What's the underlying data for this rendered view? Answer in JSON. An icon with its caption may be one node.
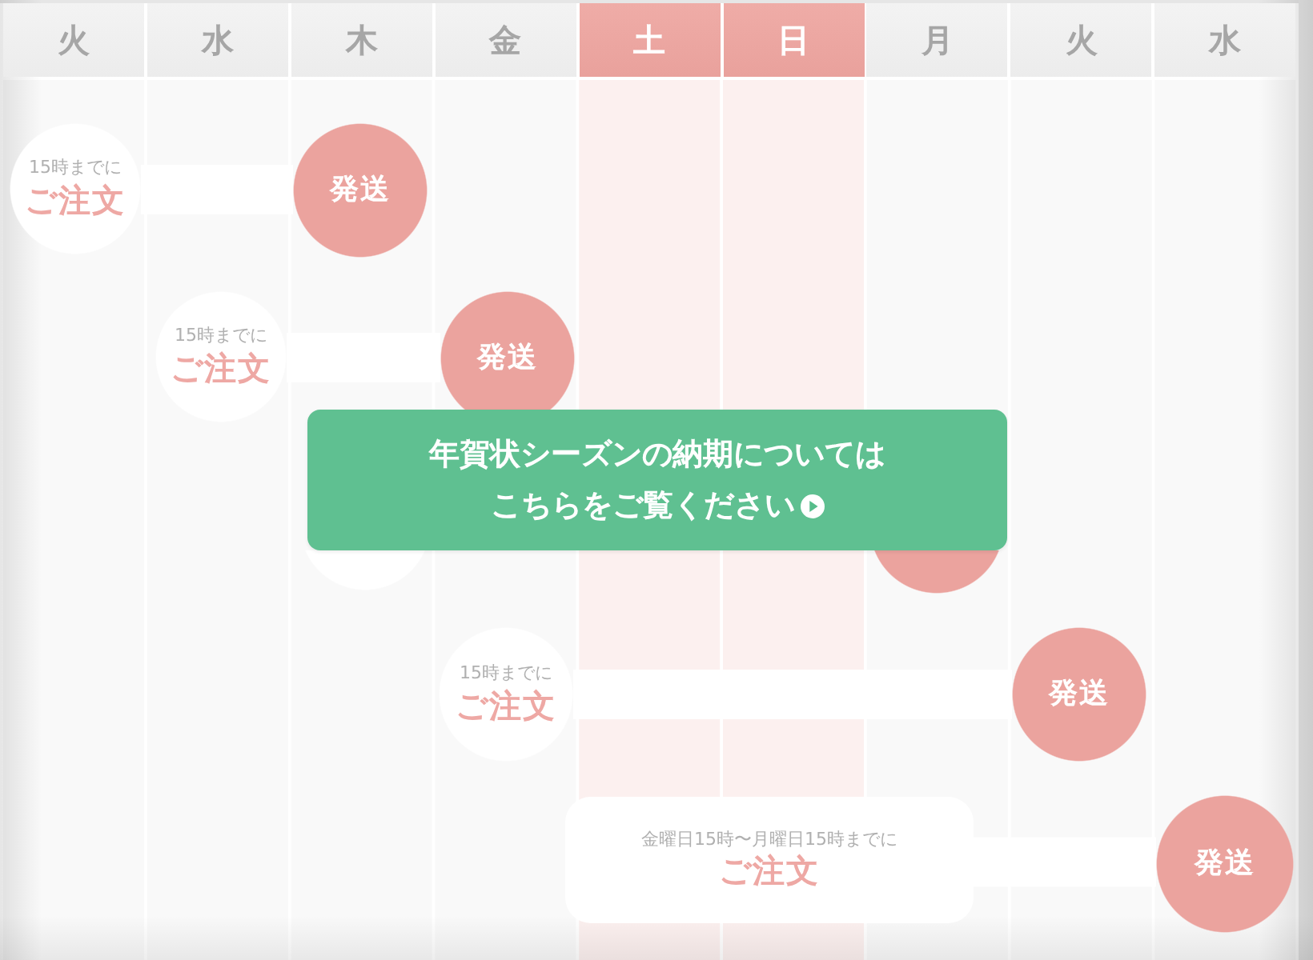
{
  "diagram": {
    "nodes": [
      {
        "text": [
          "火"
        ]
      },
      {
        "text": [
          "水"
        ]
      },
      {
        "text": [
          "木"
        ]
      },
      {
        "text": [
          "金"
        ]
      },
      {
        "text": [
          "土"
        ]
      },
      {
        "text": [
          "日"
        ]
      },
      {
        "text": [
          "月"
        ]
      },
      {
        "text": [
          "火"
        ]
      },
      {
        "text": [
          "水"
        ]
      },
      {
        "text": [
          "15時までに",
          "ご注文"
        ]
      },
      {
        "text": [
          "発送"
        ]
      },
      {
        "text": [
          "15時までに",
          "ご注文"
        ]
      },
      {
        "text": [
          "発送"
        ]
      },
      {
        "text": [
          "年賀状シーズンの納期についてはこちらをご覧ください"
        ]
      },
      {
        "text": [],
        "shape": "circle"
      },
      {
        "text": [],
        "shape": "circle"
      },
      {
        "text": [
          "15時までに",
          "ご注文"
        ]
      },
      {
        "text": [
          "発送"
        ]
      },
      {
        "text": [
          "金曜日15時〜月曜日15時までに",
          "ご注文"
        ]
      },
      {
        "text": [
          "発送"
        ]
      }
    ],
    "edges": [
      {
        "from": 9,
        "to": 10,
        "arrow": "none"
      },
      {
        "from": 11,
        "to": 12,
        "arrow": "none"
      },
      {
        "from": 16,
        "to": 17,
        "arrow": "none"
      },
      {
        "from": 18,
        "to": 19,
        "arrow": "none"
      }
    ]
  }
}
